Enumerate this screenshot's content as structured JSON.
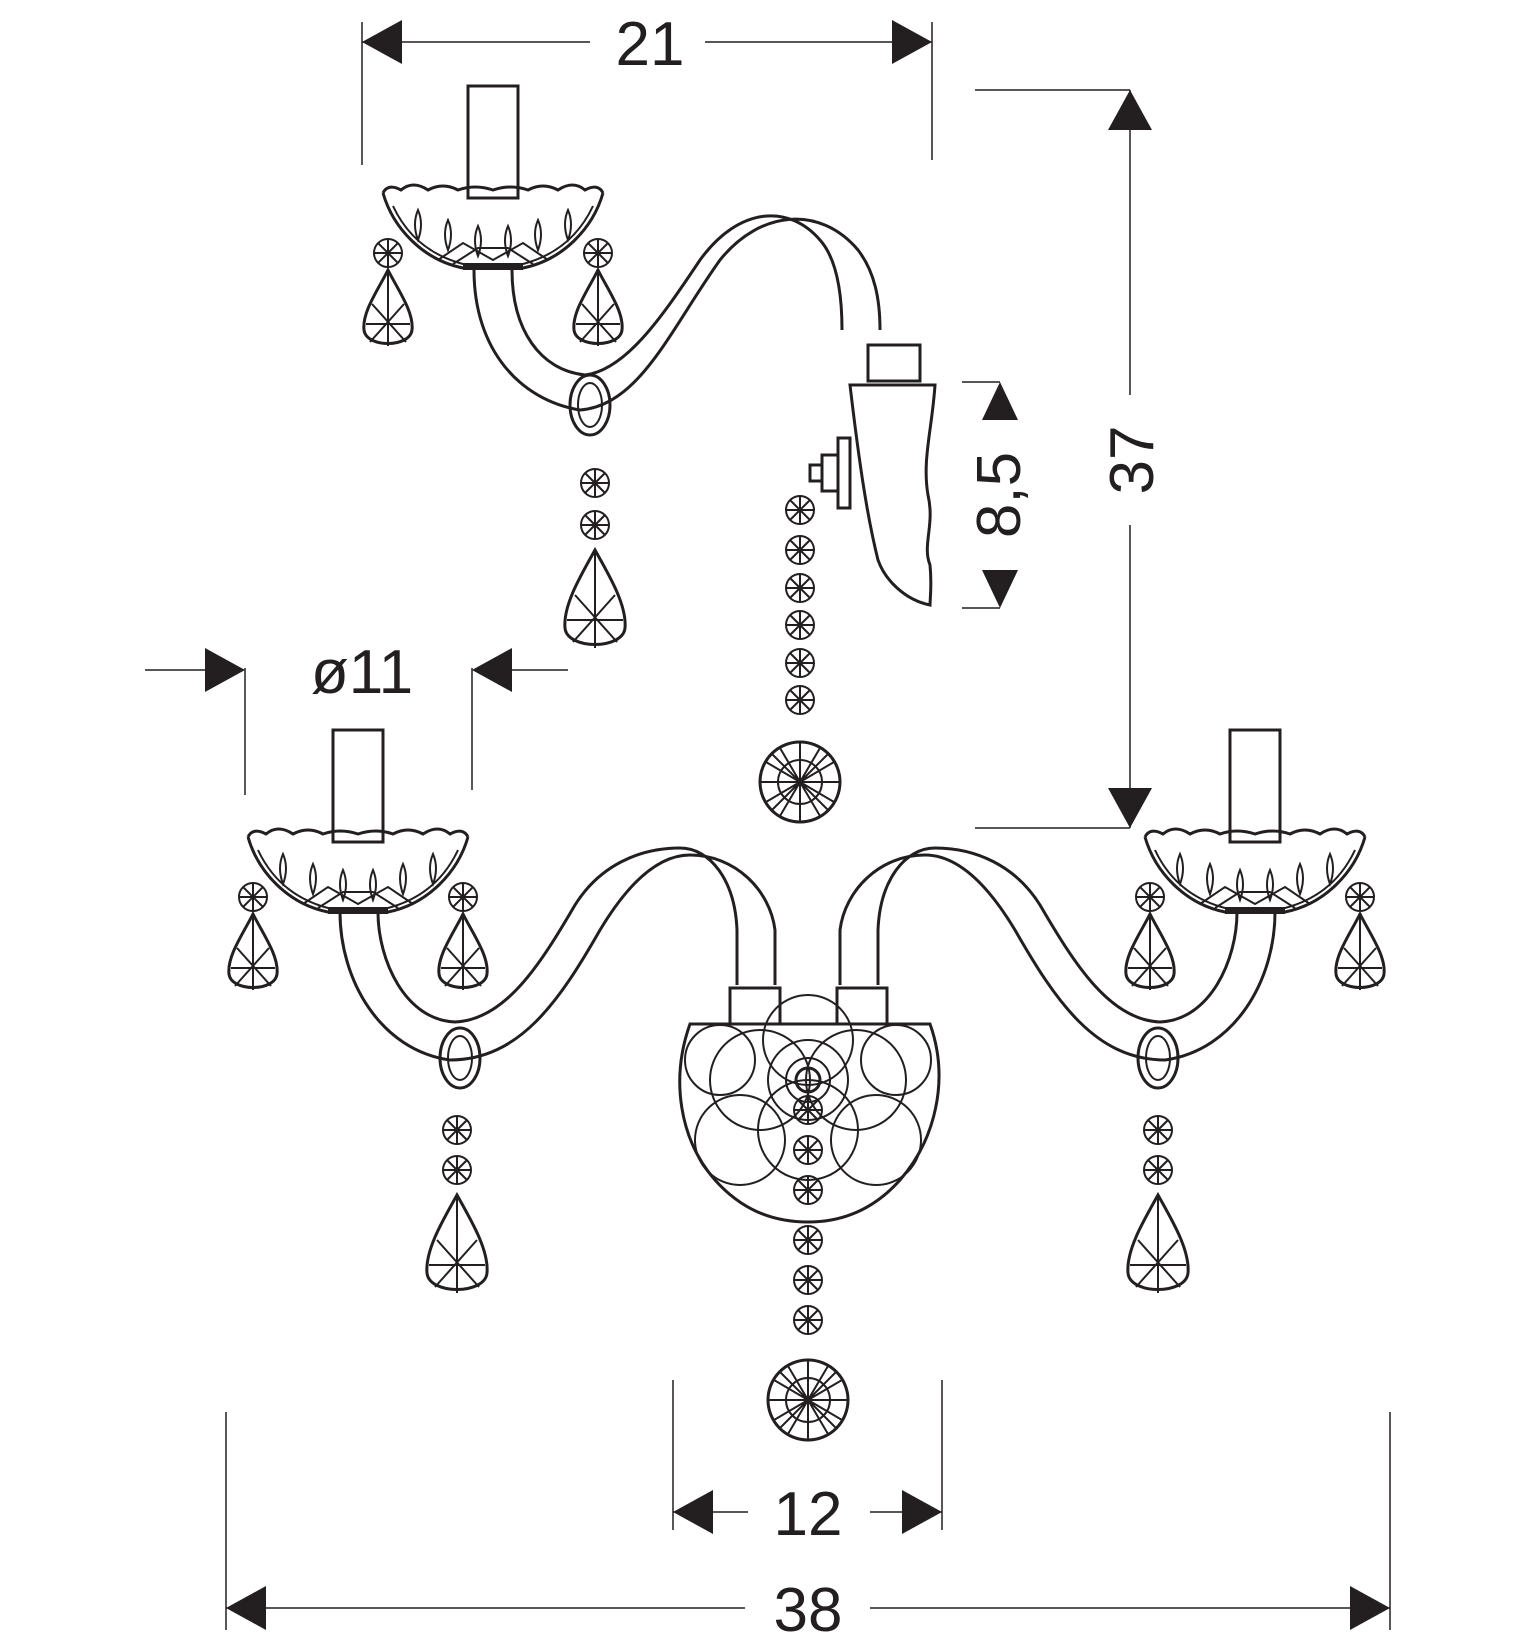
{
  "dimensions": {
    "top_width": "21",
    "total_height": "37",
    "backplate_height": "8,5",
    "cup_diameter": "ø11",
    "base_width": "12",
    "total_width": "38"
  },
  "colors": {
    "line": "#231f20",
    "background": "#ffffff"
  }
}
